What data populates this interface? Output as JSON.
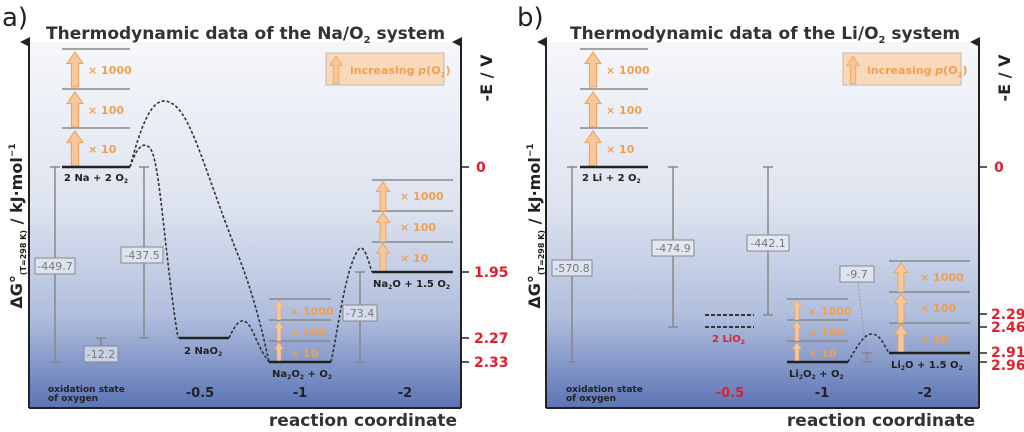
{
  "chart_data": [
    {
      "type": "energy-diagram",
      "panel_label": "a)",
      "title": "Thermodynamic data of the Na/O₂ system",
      "ylabel": "ΔG°(T=298 K) / kJ·mol⁻¹",
      "y2label": "-E / V",
      "xlabel": "reaction coordinate",
      "legend": {
        "text": "increasing p(O₂)",
        "placement": "top-right"
      },
      "oxidation_state_label": "oxidation state of oxygen",
      "oxidation_states": [
        {
          "label": "-0.5",
          "highlight": false
        },
        {
          "label": "-1",
          "highlight": false
        },
        {
          "label": "-2",
          "highlight": false
        }
      ],
      "voltage_ticks": [
        "0",
        "1.95",
        "2.27",
        "2.33"
      ],
      "states": [
        {
          "label": "2 Na + 2 O₂",
          "potential_V": 0,
          "pressure_steps": [
            "× 10",
            "× 100",
            "× 1000"
          ]
        },
        {
          "label": "2 NaO₂",
          "potential_V": 2.27
        },
        {
          "label": "Na₂O₂ + O₂",
          "potential_V": 2.33,
          "pressure_steps": [
            "× 10",
            "× 100",
            "× 1000"
          ]
        },
        {
          "label": "Na₂O + 1.5 O₂",
          "potential_V": 1.95,
          "pressure_steps": [
            "× 10",
            "× 100",
            "× 1000"
          ]
        }
      ],
      "energy_differences_kJ_per_mol": [
        "-449.7",
        "-12.2",
        "-437.5",
        "-73.4"
      ]
    },
    {
      "type": "energy-diagram",
      "panel_label": "b)",
      "title": "Thermodynamic data of the Li/O₂ system",
      "ylabel": "ΔG°(T=298 K) / kJ·mol⁻¹",
      "y2label": "-E / V",
      "xlabel": "reaction coordinate",
      "legend": {
        "text": "increasing p(O₂)",
        "placement": "top-right"
      },
      "oxidation_state_label": "oxidation state of oxygen",
      "oxidation_states": [
        {
          "label": "-0.5",
          "highlight": true
        },
        {
          "label": "-1",
          "highlight": false
        },
        {
          "label": "-2",
          "highlight": false
        }
      ],
      "voltage_ticks": [
        "0",
        "2.29",
        "2.46",
        "2.91",
        "2.96"
      ],
      "states": [
        {
          "label": "2 Li + 2 O₂",
          "potential_V": 0,
          "pressure_steps": [
            "× 10",
            "× 100",
            "× 1000"
          ]
        },
        {
          "label": "2 LiO₂",
          "potential_V": [
            2.29,
            2.46
          ],
          "dashed": true
        },
        {
          "label": "Li₂O₂ + O₂",
          "potential_V": 2.96,
          "pressure_steps": [
            "× 10",
            "× 100",
            "× 1000"
          ]
        },
        {
          "label": "Li₂O + 1.5 O₂",
          "potential_V": 2.91,
          "pressure_steps": [
            "× 10",
            "× 100",
            "× 1000"
          ]
        }
      ],
      "energy_differences_kJ_per_mol": [
        "-570.8",
        "-474.9",
        "-442.1",
        "-9.7"
      ]
    }
  ],
  "colors": {
    "orange": "#f0a050",
    "orange_fill": "#f6c79a",
    "red": "#e0202c",
    "gray": "#8a8a8a",
    "dark": "#222222",
    "bg_top": "#f4f6fa",
    "bg_bottom": "#5a72b4"
  },
  "text": {
    "a": {
      "panel": "a)",
      "title": "Thermodynamic data of the Na/O",
      "title_sub": "2",
      "title_end": " system",
      "ylabel_main": "ΔG°",
      "ylabel_sub": "(T=298 K)",
      "ylabel_end": " / kJ·mol",
      "ylabel_sup": "−1",
      "y2label": "-E / V",
      "xlabel": "reaction coordinate",
      "legend": "increasing ",
      "legend_p": "p",
      "legend_o": "(O",
      "legend_sub": "2",
      "legend_end": ")",
      "ox1": "oxidation state",
      "ox2": "of oxygen",
      "ox_vals": [
        "-0.5",
        "-1",
        "-2"
      ],
      "vticks": [
        "0",
        "1.95",
        "2.27",
        "2.33"
      ],
      "mult": [
        "× 1000",
        "× 100",
        "× 10"
      ],
      "s1": "2 Na + 2 O",
      "s2": "2 NaO",
      "s3a": "Na",
      "s3b": "O",
      "s3c": " + O",
      "s4a": "Na",
      "s4b": "O + 1.5 O",
      "sub2": "2",
      "e": [
        "-449.7",
        "-12.2",
        "-437.5",
        "-73.4"
      ]
    },
    "b": {
      "panel": "b)",
      "title": "Thermodynamic data of the Li/O",
      "title_sub": "2",
      "title_end": " system",
      "ylabel_main": "ΔG°",
      "ylabel_sub": "(T=298 K)",
      "ylabel_end": " / kJ·mol",
      "ylabel_sup": "−1",
      "y2label": "-E / V",
      "xlabel": "reaction coordinate",
      "legend": "increasing ",
      "legend_p": "p",
      "legend_o": "(O",
      "legend_sub": "2",
      "legend_end": ")",
      "ox1": "oxidation state",
      "ox2": "of oxygen",
      "ox_vals": [
        "-0.5",
        "-1",
        "-2"
      ],
      "vticks": [
        "0",
        "2.29",
        "2.46",
        "2.91",
        "2.96"
      ],
      "mult": [
        "× 1000",
        "× 100",
        "× 10"
      ],
      "s1": "2 Li + 2 O",
      "s2": "2 LiO",
      "s3a": "Li",
      "s3b": "O",
      "s3c": " + O",
      "s4a": "Li",
      "s4b": "O + 1.5 O",
      "sub2": "2",
      "e": [
        "-570.8",
        "-474.9",
        "-442.1",
        "-9.7"
      ]
    }
  }
}
